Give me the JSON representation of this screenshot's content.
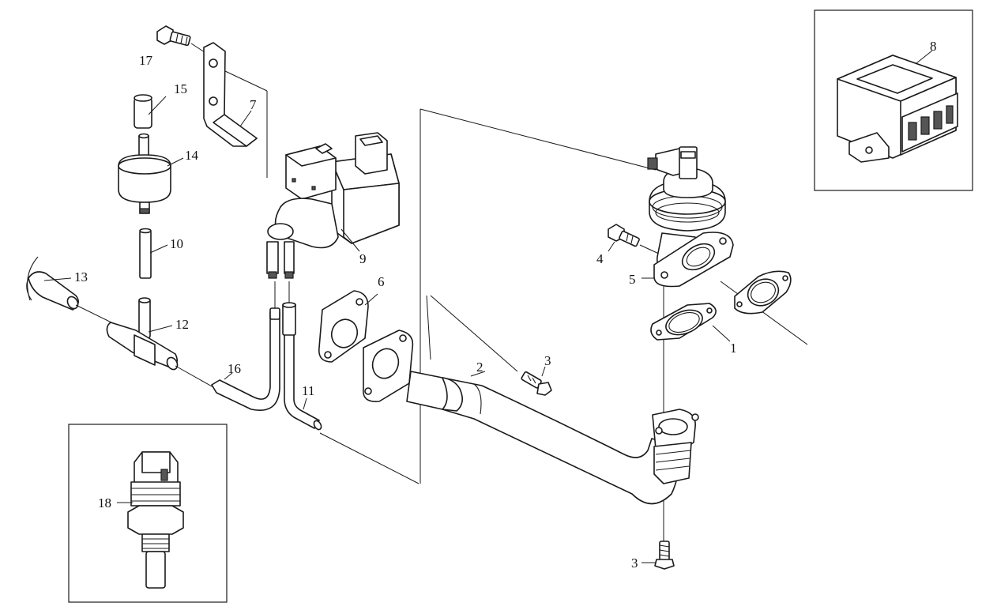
{
  "callouts": [
    {
      "id": "c1",
      "label": "1"
    },
    {
      "id": "c2",
      "label": "2"
    },
    {
      "id": "c3a",
      "label": "3"
    },
    {
      "id": "c3b",
      "label": "3"
    },
    {
      "id": "c4",
      "label": "4"
    },
    {
      "id": "c5",
      "label": "5"
    },
    {
      "id": "c6",
      "label": "6"
    },
    {
      "id": "c7",
      "label": "7"
    },
    {
      "id": "c8",
      "label": "8"
    },
    {
      "id": "c9",
      "label": "9"
    },
    {
      "id": "c10",
      "label": "10"
    },
    {
      "id": "c11",
      "label": "11"
    },
    {
      "id": "c12",
      "label": "12"
    },
    {
      "id": "c13",
      "label": "13"
    },
    {
      "id": "c14",
      "label": "14"
    },
    {
      "id": "c15",
      "label": "15"
    },
    {
      "id": "c16",
      "label": "16"
    },
    {
      "id": "c17",
      "label": "17"
    },
    {
      "id": "c18",
      "label": "18"
    }
  ]
}
